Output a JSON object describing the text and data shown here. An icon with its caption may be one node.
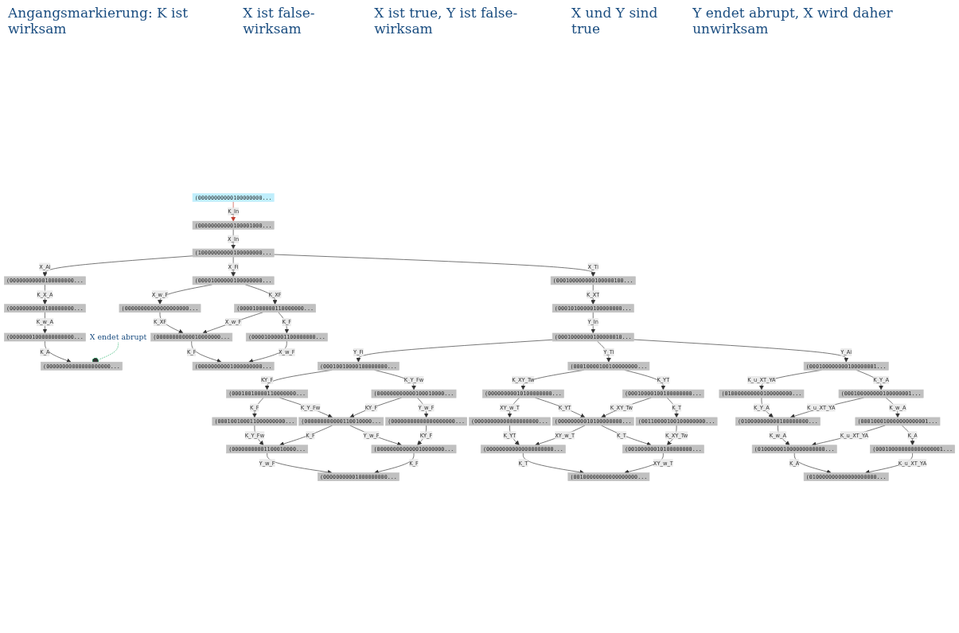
{
  "diagram": {
    "nodes": [
      {
        "text": [
          "(00000000000100000000..."
        ]
      },
      {
        "text": [
          "(00000000000100001000..."
        ]
      },
      {
        "text": [
          "(10000000000100000000..."
        ]
      },
      {
        "text": [
          "(000100000000100000100..."
        ]
      },
      {
        "text": [
          "(00000000000100000000..."
        ]
      },
      {
        "text": [
          "(00000000000100000000..."
        ]
      },
      {
        "text": [
          "(00000001000000000000..."
        ]
      },
      {
        "text": [
          "(00000000000000000000..."
        ]
      },
      {
        "text": [
          "(00001000000100000000..."
        ]
      },
      {
        "text": [
          "(00000000000000000000..."
        ]
      },
      {
        "text": [
          "(00001000000110000000..."
        ]
      },
      {
        "text": [
          "(00000000000010000000..."
        ]
      },
      {
        "text": [
          "(00001000001100000000..."
        ]
      },
      {
        "text": [
          "(00000000001000000000..."
        ]
      },
      {
        "text": [
          "(00010100000100000000..."
        ]
      },
      {
        "text": [
          "(00010000000100000010..."
        ]
      },
      {
        "text": [
          "(00010010000100000000..."
        ]
      },
      {
        "text": [
          "(00010000100100000000..."
        ]
      },
      {
        "text": [
          "(000100000000100000001..."
        ]
      },
      {
        "text": [
          "(00010010000110000000..."
        ]
      },
      {
        "text": [
          "(000000000000100010000..."
        ]
      },
      {
        "text": [
          "(000000000000110010000..."
        ]
      },
      {
        "text": [
          "(000100100011000000000..."
        ]
      },
      {
        "text": [
          "(00000000000000000000..."
        ]
      },
      {
        "text": [
          "(00000000001100010000..."
        ]
      },
      {
        "text": [
          "(000000000000010000000..."
        ]
      },
      {
        "text": [
          "(00000000001000000000..."
        ]
      },
      {
        "text": [
          "(00000000010100000000..."
        ]
      },
      {
        "text": [
          "(00010000100100000000..."
        ]
      },
      {
        "text": [
          "(00000000000000000000..."
        ]
      },
      {
        "text": [
          "(00000000010100000000..."
        ]
      },
      {
        "text": [
          "(00110000100100000000..."
        ]
      },
      {
        "text": [
          "(000000000000000000000..."
        ]
      },
      {
        "text": [
          "(00100000010100000000..."
        ]
      },
      {
        "text": [
          "(00100000000000000000..."
        ]
      },
      {
        "text": [
          "(010000000000100000000..."
        ]
      },
      {
        "text": [
          "(000100000000100000001..."
        ]
      },
      {
        "text": [
          "(010000000000100000000..."
        ]
      },
      {
        "text": [
          "(000100010000000000001..."
        ]
      },
      {
        "text": [
          "(010000001000000000000..."
        ]
      },
      {
        "text": [
          "(000100000000000000001..."
        ]
      },
      {
        "text": [
          "(010000000000000000000..."
        ]
      },
      {
        "text": [
          "X endet abrupt"
        ]
      }
    ],
    "edges": [
      {
        "from": 0,
        "to": 1,
        "arrow": "to",
        "label": "K_In",
        "color": "#c0392b"
      },
      {
        "from": 1,
        "to": 2,
        "arrow": "to",
        "label": "X_In"
      },
      {
        "from": 2,
        "to": 4,
        "arrow": "to",
        "label": "X_Ai"
      },
      {
        "from": 2,
        "to": 3,
        "arrow": "to",
        "label": "X_Ti"
      },
      {
        "from": 2,
        "to": 8,
        "arrow": "to",
        "label": "X_Fi"
      },
      {
        "from": 4,
        "to": 5,
        "arrow": "to",
        "label": "K_X_A"
      },
      {
        "from": 5,
        "to": 6,
        "arrow": "to",
        "label": "K_w_A"
      },
      {
        "from": 6,
        "to": 7,
        "arrow": "to",
        "label": "K_A"
      },
      {
        "from": 3,
        "to": 14,
        "arrow": "to",
        "label": "K_XT"
      },
      {
        "from": 14,
        "to": 15,
        "arrow": "to",
        "label": "Y_In"
      },
      {
        "from": 8,
        "to": 9,
        "arrow": "to",
        "label": "X_w_F"
      },
      {
        "from": 8,
        "to": 10,
        "arrow": "to",
        "label": "K_XF"
      },
      {
        "from": 9,
        "to": 11,
        "arrow": "to",
        "label": "K_XF"
      },
      {
        "from": 10,
        "to": 11,
        "arrow": "to",
        "label": "X_w_F"
      },
      {
        "from": 10,
        "to": 12,
        "arrow": "to",
        "label": "K_F"
      },
      {
        "from": 11,
        "to": 13,
        "arrow": "to",
        "label": "K_F"
      },
      {
        "from": 12,
        "to": 13,
        "arrow": "to",
        "label": "X_w_F"
      },
      {
        "from": 15,
        "to": 16,
        "arrow": "to",
        "label": "Y_Fi"
      },
      {
        "from": 15,
        "to": 17,
        "arrow": "to",
        "label": "Y_Ti"
      },
      {
        "from": 15,
        "to": 18,
        "arrow": "to",
        "label": "Y_Ai"
      },
      {
        "from": 16,
        "to": 19,
        "arrow": "to",
        "label": "KY_F"
      },
      {
        "from": 16,
        "to": 20,
        "arrow": "to",
        "label": "K_Y_Fw"
      },
      {
        "from": 19,
        "to": 21,
        "arrow": "to",
        "label": "K_Y_Fw"
      },
      {
        "from": 20,
        "to": 21,
        "arrow": "to",
        "label": "KY_F"
      },
      {
        "from": 19,
        "to": 22,
        "arrow": "to",
        "label": "K_F"
      },
      {
        "from": 20,
        "to": 23,
        "arrow": "to",
        "label": "Y_w_F"
      },
      {
        "from": 22,
        "to": 24,
        "arrow": "to",
        "label": "K_Y_Fw"
      },
      {
        "from": 21,
        "to": 24,
        "arrow": "to",
        "label": "K_F"
      },
      {
        "from": 21,
        "to": 25,
        "arrow": "to",
        "label": "Y_w_F"
      },
      {
        "from": 23,
        "to": 25,
        "arrow": "to",
        "label": "KY_F"
      },
      {
        "from": 24,
        "to": 26,
        "arrow": "to",
        "label": "Y_w_F"
      },
      {
        "from": 25,
        "to": 26,
        "arrow": "to",
        "label": "K_F"
      },
      {
        "from": 17,
        "to": 27,
        "arrow": "to",
        "label": "K_XY_Tw"
      },
      {
        "from": 17,
        "to": 28,
        "arrow": "to",
        "label": "K_YT"
      },
      {
        "from": 27,
        "to": 29,
        "arrow": "to",
        "label": "XY_w_T"
      },
      {
        "from": 27,
        "to": 30,
        "arrow": "to",
        "label": "K_YT"
      },
      {
        "from": 28,
        "to": 30,
        "arrow": "to",
        "label": "K_XY_Tw"
      },
      {
        "from": 28,
        "to": 31,
        "arrow": "to",
        "label": "K_T"
      },
      {
        "from": 29,
        "to": 32,
        "arrow": "to",
        "label": "K_YT"
      },
      {
        "from": 30,
        "to": 32,
        "arrow": "to",
        "label": "XY_w_T"
      },
      {
        "from": 30,
        "to": 33,
        "arrow": "to",
        "label": "K_T"
      },
      {
        "from": 31,
        "to": 33,
        "arrow": "to",
        "label": "K_XY_Tw"
      },
      {
        "from": 32,
        "to": 34,
        "arrow": "to",
        "label": "K_T"
      },
      {
        "from": 33,
        "to": 34,
        "arrow": "to",
        "label": "XY_w_T"
      },
      {
        "from": 18,
        "to": 35,
        "arrow": "to",
        "label": "K_u_XT_YA"
      },
      {
        "from": 18,
        "to": 36,
        "arrow": "to",
        "label": "K_Y_A"
      },
      {
        "from": 35,
        "to": 37,
        "arrow": "to",
        "label": "K_Y_A"
      },
      {
        "from": 36,
        "to": 37,
        "arrow": "to",
        "label": "K_u_XT_YA"
      },
      {
        "from": 36,
        "to": 38,
        "arrow": "to",
        "label": "K_w_A"
      },
      {
        "from": 37,
        "to": 39,
        "arrow": "to",
        "label": "K_w_A"
      },
      {
        "from": 38,
        "to": 39,
        "arrow": "to",
        "label": "K_u_XT_YA"
      },
      {
        "from": 38,
        "to": 40,
        "arrow": "to",
        "label": "K_A"
      },
      {
        "from": 39,
        "to": 41,
        "arrow": "to",
        "label": "K_A"
      },
      {
        "from": 40,
        "to": 41,
        "arrow": "to",
        "label": "K_u_XT_YA"
      },
      {
        "from": 42,
        "to": 7,
        "arrow": "other",
        "style": "dashed",
        "color": "#00a651"
      }
    ],
    "labels": [
      "Angangsmarkierung: K ist wirksam",
      "X ist false-wirksam",
      "X ist true, Y ist false-wirksam",
      "X und Y sind true",
      "Y endet abrupt, X wird daher unwirksam"
    ]
  }
}
